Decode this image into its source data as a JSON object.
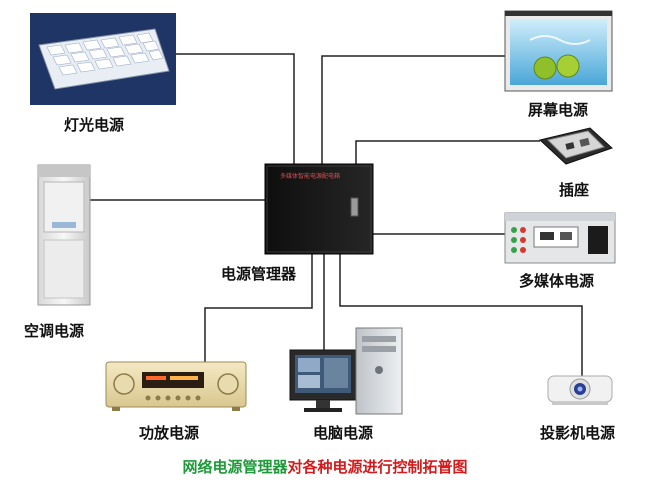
{
  "controller": {
    "label": "电源管理器",
    "panel_text": "多媒体智能电源配电箱"
  },
  "devices": {
    "lighting": "灯光电源",
    "screen": "屏幕电源",
    "socket": "插座",
    "aircon": "空调电源",
    "multimedia": "多媒体电源",
    "amplifier": "功放电源",
    "computer": "电脑电源",
    "projector": "投影机电源"
  },
  "caption": {
    "part1": "网络电源管理器",
    "part2": "对各种电源进行控制拓普图"
  },
  "colors": {
    "caption_green": "#1f9a3a",
    "caption_red": "#d41a1a",
    "line": "#222222"
  }
}
